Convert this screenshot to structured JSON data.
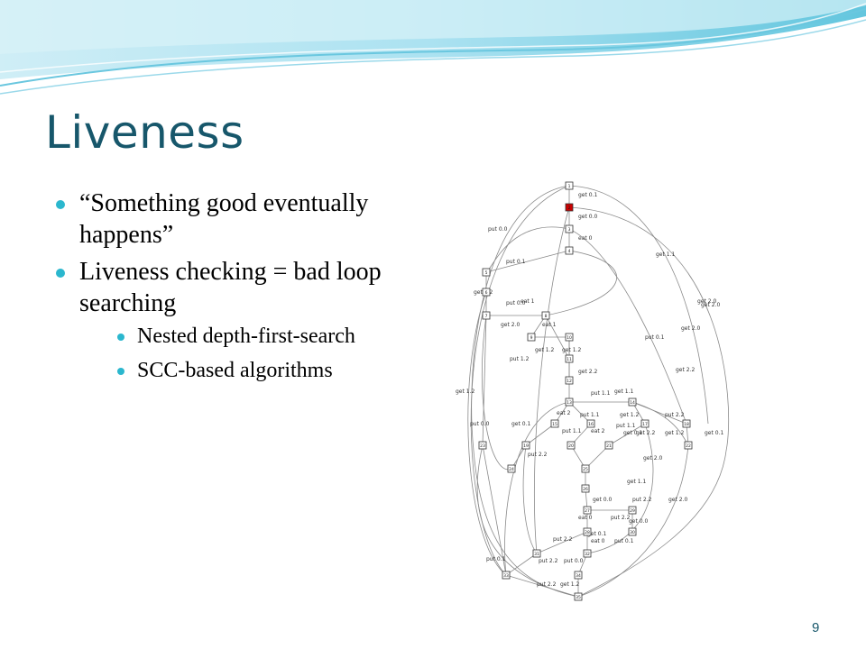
{
  "slide": {
    "title": "Liveness",
    "page_number": "9"
  },
  "bullets": [
    {
      "text": "“Something good eventually happens”"
    },
    {
      "text": "Liveness checking = bad loop searching",
      "sub": [
        {
          "text": "Nested depth-first-search"
        },
        {
          "text": "SCC-based algorithms"
        }
      ]
    }
  ],
  "figure": {
    "nodes": [
      "1",
      "2",
      "3",
      "4",
      "5",
      "6",
      "7",
      "8",
      "9",
      "10",
      "11",
      "12",
      "13",
      "14",
      "15",
      "16",
      "17",
      "18",
      "19",
      "20",
      "21",
      "22",
      "23",
      "24",
      "25",
      "26",
      "27",
      "28",
      "29",
      "30",
      "31",
      "32",
      "33",
      "34",
      "35"
    ],
    "edge_labels": [
      "get 0.1",
      "get 0.0",
      "eat 0",
      "put 0.0",
      "put 0.1",
      "get 1.1",
      "get 2.0",
      "put 0.0",
      "eat 1",
      "get 2.0",
      "eat 1",
      "get 1.2",
      "get 1.2",
      "put 1.2",
      "get 2.2",
      "put 1.1",
      "get 1.1",
      "get 2.2",
      "eat 2",
      "put 1.1",
      "get 1.2",
      "put 2.2",
      "eat 2",
      "get 0.1",
      "get 2.2",
      "get 1.2",
      "get 0.1",
      "put 0.0",
      "get 1.2",
      "get 0.1",
      "get 2.0",
      "get 2.0",
      "put 2.2",
      "put 1.1",
      "put 1.1",
      "get 0.0",
      "put 2.2",
      "eat 0",
      "put 2.2",
      "get 0.0",
      "get 2.0",
      "get 0.1",
      "put 2.2",
      "eat 0",
      "put 0.1",
      "put 0.1",
      "put 2.2",
      "put 0.0",
      "put 2.2",
      "get 1.2",
      "get 1.2",
      "put 0.1",
      "get 1.1",
      "get 2.0"
    ]
  },
  "colors": {
    "title": "#17576b",
    "bullet": "#2bb7ce",
    "highlight_node": "#cc0000"
  }
}
